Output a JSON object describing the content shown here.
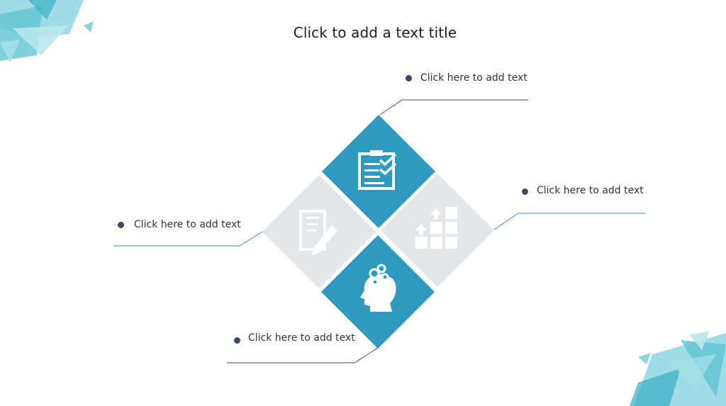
{
  "slide": {
    "title": "Click to add a text title",
    "items": [
      {
        "text": "Click here to add text",
        "icon": "clipboard-check-icon"
      },
      {
        "text": "Click here to add text",
        "icon": "growth-blocks-icon"
      },
      {
        "text": "Click here to add text",
        "icon": "document-edit-icon"
      },
      {
        "text": "Click here to add text",
        "icon": "head-gears-icon"
      }
    ]
  },
  "colors": {
    "accent_blue": "#2e9ac0",
    "light_gray": "#e3e7e9",
    "dot_navy": "#3a4a60",
    "line_dark": "#3d4b5c",
    "line_blue": "#2f8fc2",
    "decor_teal": "#5fc3d3"
  }
}
